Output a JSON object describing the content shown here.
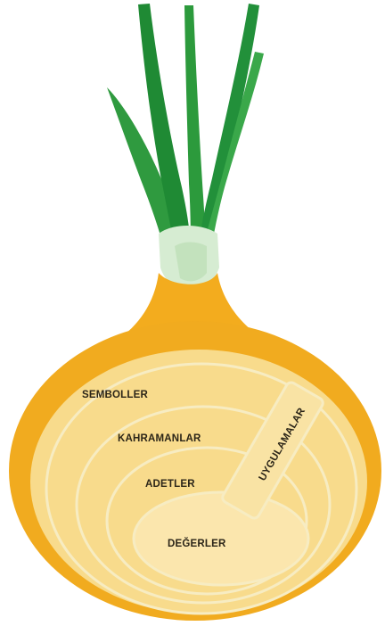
{
  "diagram": {
    "layers": [
      {
        "id": "symbols",
        "label": "SEMBOLLER"
      },
      {
        "id": "heroes",
        "label": "KAHRAMANLAR"
      },
      {
        "id": "rituals",
        "label": "ADETLER"
      },
      {
        "id": "values",
        "label": "DEĞERLER"
      }
    ],
    "practices": {
      "label": "UYGULAMALAR"
    }
  }
}
